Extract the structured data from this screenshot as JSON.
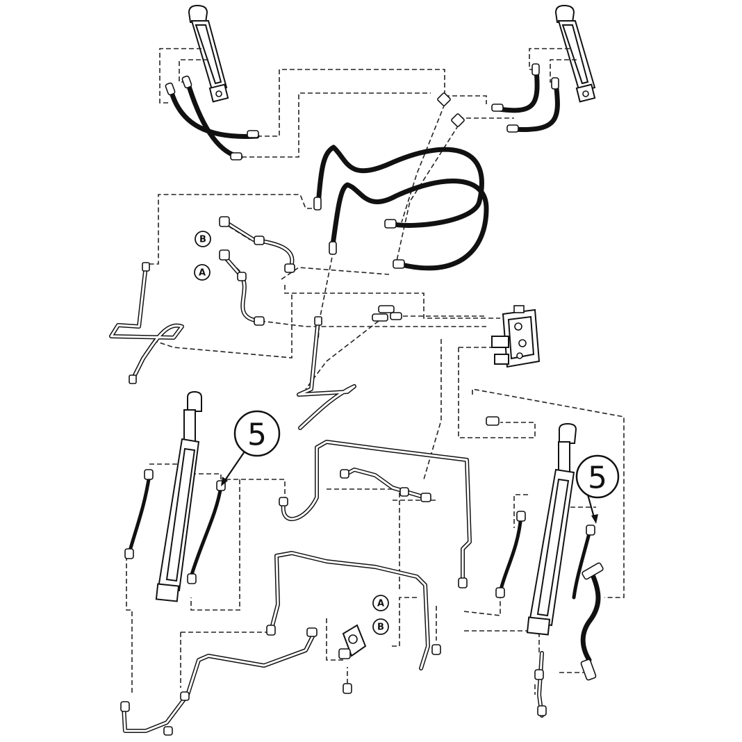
{
  "callouts": {
    "item_5_left": "5",
    "item_5_right": "5",
    "port_b_upper": "B",
    "port_a_upper": "A",
    "port_a_lower": "A",
    "port_b_lower": "B"
  },
  "colors": {
    "line": "#111111",
    "background": "#ffffff"
  }
}
